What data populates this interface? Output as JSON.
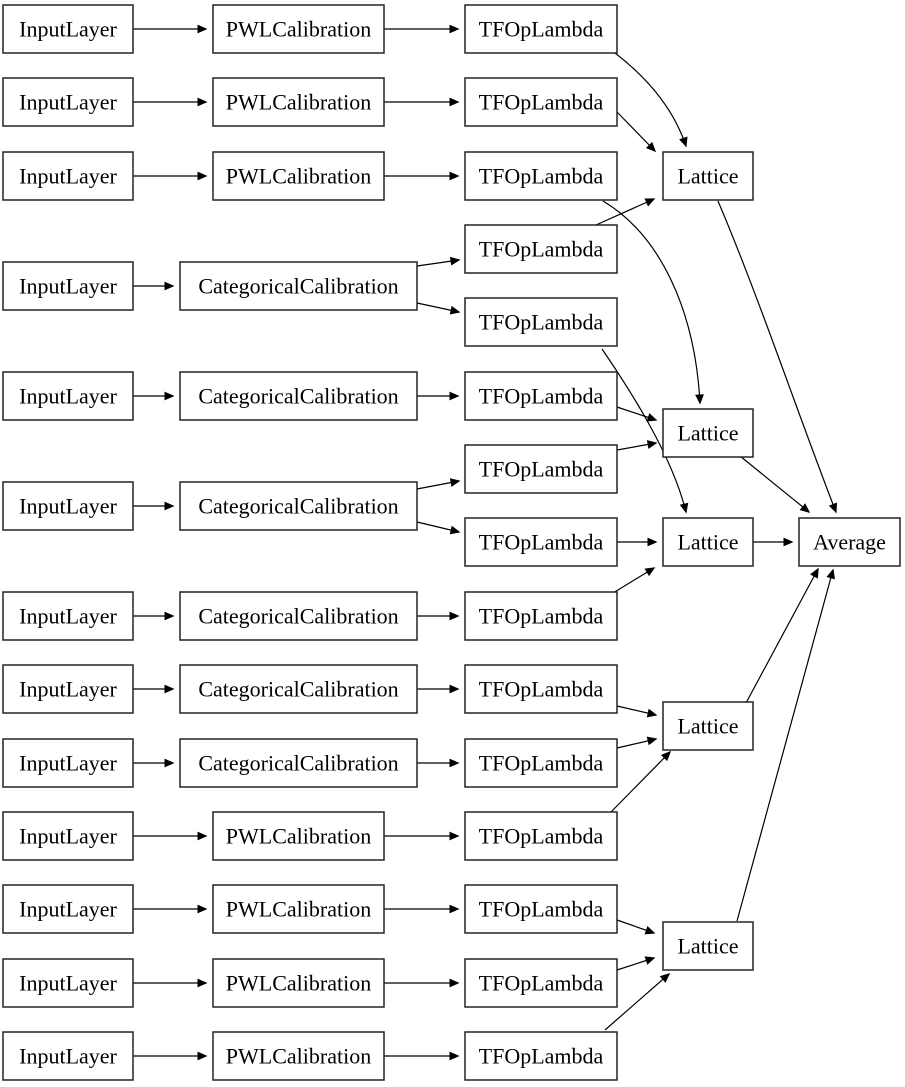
{
  "diagram": {
    "title": "keras-model-architecture-graph",
    "background_color": "#ffffff",
    "node_fill_color": "#ffffff",
    "node_border_color": "#242424",
    "edge_color": "#000000",
    "text_color": "#000000",
    "nodes": [
      {
        "id": "input_1",
        "label": "InputLayer"
      },
      {
        "id": "pwl_1",
        "label": "PWLCalibration"
      },
      {
        "id": "tfop_1",
        "label": "TFOpLambda"
      },
      {
        "id": "input_2",
        "label": "InputLayer"
      },
      {
        "id": "pwl_2",
        "label": "PWLCalibration"
      },
      {
        "id": "tfop_2",
        "label": "TFOpLambda"
      },
      {
        "id": "input_3",
        "label": "InputLayer"
      },
      {
        "id": "pwl_3",
        "label": "PWLCalibration"
      },
      {
        "id": "tfop_3",
        "label": "TFOpLambda"
      },
      {
        "id": "input_4",
        "label": "InputLayer"
      },
      {
        "id": "cat_1",
        "label": "CategoricalCalibration"
      },
      {
        "id": "tfop_4",
        "label": "TFOpLambda"
      },
      {
        "id": "tfop_5",
        "label": "TFOpLambda"
      },
      {
        "id": "input_5",
        "label": "InputLayer"
      },
      {
        "id": "cat_2",
        "label": "CategoricalCalibration"
      },
      {
        "id": "tfop_6",
        "label": "TFOpLambda"
      },
      {
        "id": "input_6",
        "label": "InputLayer"
      },
      {
        "id": "cat_3",
        "label": "CategoricalCalibration"
      },
      {
        "id": "tfop_7",
        "label": "TFOpLambda"
      },
      {
        "id": "tfop_8",
        "label": "TFOpLambda"
      },
      {
        "id": "input_7",
        "label": "InputLayer"
      },
      {
        "id": "cat_4",
        "label": "CategoricalCalibration"
      },
      {
        "id": "tfop_9",
        "label": "TFOpLambda"
      },
      {
        "id": "input_8",
        "label": "InputLayer"
      },
      {
        "id": "cat_5",
        "label": "CategoricalCalibration"
      },
      {
        "id": "tfop_10",
        "label": "TFOpLambda"
      },
      {
        "id": "input_9",
        "label": "InputLayer"
      },
      {
        "id": "cat_6",
        "label": "CategoricalCalibration"
      },
      {
        "id": "tfop_11",
        "label": "TFOpLambda"
      },
      {
        "id": "input_10",
        "label": "InputLayer"
      },
      {
        "id": "pwl_4",
        "label": "PWLCalibration"
      },
      {
        "id": "tfop_12",
        "label": "TFOpLambda"
      },
      {
        "id": "input_11",
        "label": "InputLayer"
      },
      {
        "id": "pwl_5",
        "label": "PWLCalibration"
      },
      {
        "id": "tfop_13",
        "label": "TFOpLambda"
      },
      {
        "id": "input_12",
        "label": "InputLayer"
      },
      {
        "id": "pwl_6",
        "label": "PWLCalibration"
      },
      {
        "id": "tfop_14",
        "label": "TFOpLambda"
      },
      {
        "id": "input_13",
        "label": "InputLayer"
      },
      {
        "id": "pwl_7",
        "label": "PWLCalibration"
      },
      {
        "id": "tfop_15",
        "label": "TFOpLambda"
      },
      {
        "id": "lattice_1",
        "label": "Lattice"
      },
      {
        "id": "lattice_2",
        "label": "Lattice"
      },
      {
        "id": "lattice_3",
        "label": "Lattice"
      },
      {
        "id": "lattice_4",
        "label": "Lattice"
      },
      {
        "id": "lattice_5",
        "label": "Lattice"
      },
      {
        "id": "average",
        "label": "Average"
      }
    ],
    "edges": [
      {
        "from": "input_1",
        "to": "pwl_1"
      },
      {
        "from": "pwl_1",
        "to": "tfop_1"
      },
      {
        "from": "input_2",
        "to": "pwl_2"
      },
      {
        "from": "pwl_2",
        "to": "tfop_2"
      },
      {
        "from": "input_3",
        "to": "pwl_3"
      },
      {
        "from": "pwl_3",
        "to": "tfop_3"
      },
      {
        "from": "input_4",
        "to": "cat_1"
      },
      {
        "from": "cat_1",
        "to": "tfop_4"
      },
      {
        "from": "cat_1",
        "to": "tfop_5"
      },
      {
        "from": "input_5",
        "to": "cat_2"
      },
      {
        "from": "cat_2",
        "to": "tfop_6"
      },
      {
        "from": "input_6",
        "to": "cat_3"
      },
      {
        "from": "cat_3",
        "to": "tfop_7"
      },
      {
        "from": "cat_3",
        "to": "tfop_8"
      },
      {
        "from": "input_7",
        "to": "cat_4"
      },
      {
        "from": "cat_4",
        "to": "tfop_9"
      },
      {
        "from": "input_8",
        "to": "cat_5"
      },
      {
        "from": "cat_5",
        "to": "tfop_10"
      },
      {
        "from": "input_9",
        "to": "cat_6"
      },
      {
        "from": "cat_6",
        "to": "tfop_11"
      },
      {
        "from": "input_10",
        "to": "pwl_4"
      },
      {
        "from": "pwl_4",
        "to": "tfop_12"
      },
      {
        "from": "input_11",
        "to": "pwl_5"
      },
      {
        "from": "pwl_5",
        "to": "tfop_13"
      },
      {
        "from": "input_12",
        "to": "pwl_6"
      },
      {
        "from": "pwl_6",
        "to": "tfop_14"
      },
      {
        "from": "input_13",
        "to": "pwl_7"
      },
      {
        "from": "pwl_7",
        "to": "tfop_15"
      },
      {
        "from": "tfop_1",
        "to": "lattice_1"
      },
      {
        "from": "tfop_2",
        "to": "lattice_1"
      },
      {
        "from": "tfop_4",
        "to": "lattice_1"
      },
      {
        "from": "tfop_3",
        "to": "lattice_2"
      },
      {
        "from": "tfop_6",
        "to": "lattice_2"
      },
      {
        "from": "tfop_7",
        "to": "lattice_2"
      },
      {
        "from": "tfop_5",
        "to": "lattice_3"
      },
      {
        "from": "tfop_8",
        "to": "lattice_3"
      },
      {
        "from": "tfop_9",
        "to": "lattice_3"
      },
      {
        "from": "tfop_10",
        "to": "lattice_4"
      },
      {
        "from": "tfop_11",
        "to": "lattice_4"
      },
      {
        "from": "tfop_12",
        "to": "lattice_4"
      },
      {
        "from": "tfop_13",
        "to": "lattice_5"
      },
      {
        "from": "tfop_14",
        "to": "lattice_5"
      },
      {
        "from": "tfop_15",
        "to": "lattice_5"
      },
      {
        "from": "lattice_1",
        "to": "average"
      },
      {
        "from": "lattice_2",
        "to": "average"
      },
      {
        "from": "lattice_3",
        "to": "average"
      },
      {
        "from": "lattice_4",
        "to": "average"
      },
      {
        "from": "lattice_5",
        "to": "average"
      }
    ]
  }
}
